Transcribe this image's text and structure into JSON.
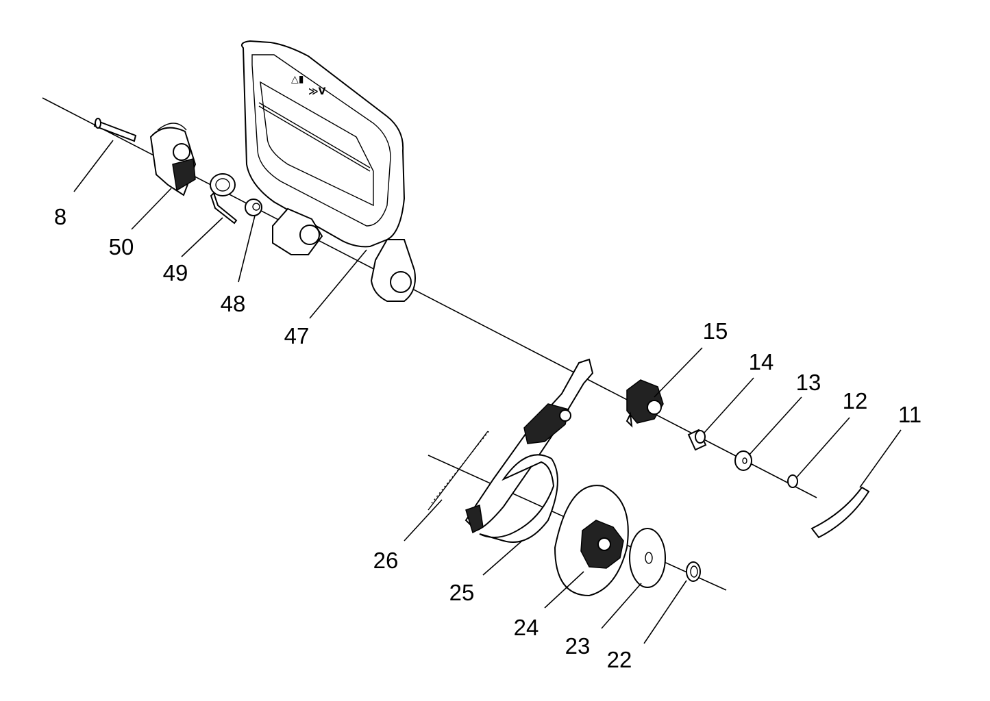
{
  "diagram": {
    "type": "exploded-parts-diagram",
    "labels": {
      "p8": "8",
      "p50": "50",
      "p49": "49",
      "p48": "48",
      "p47": "47",
      "p15": "15",
      "p14": "14",
      "p13": "13",
      "p12": "12",
      "p11": "11",
      "p26": "26",
      "p25": "25",
      "p24": "24",
      "p23": "23",
      "p22": "22"
    }
  }
}
